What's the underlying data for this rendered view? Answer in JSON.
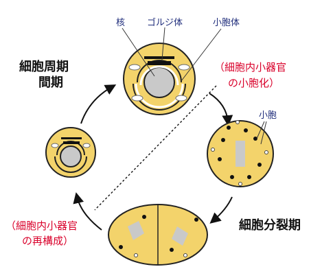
{
  "labels": {
    "nucleus": "核",
    "golgi": "ゴルジ体",
    "vesicle": "小胞体",
    "vesicle_small": "小胞",
    "interphase_line1": "細胞周期",
    "interphase_line2": "間期",
    "fragmentation_line1": "（細胞内小器官",
    "fragmentation_line2": "の小胞化）",
    "reassembly_line1": "（細胞内小器官",
    "reassembly_line2": "の再構成）",
    "mitosis": "細胞分裂期"
  },
  "colors": {
    "cytoplasm": "#f3d36b",
    "nucleus": "#c9c9c9",
    "outline": "#222222",
    "blue_label": "#1d2b7a",
    "red_label": "#d9002a"
  }
}
